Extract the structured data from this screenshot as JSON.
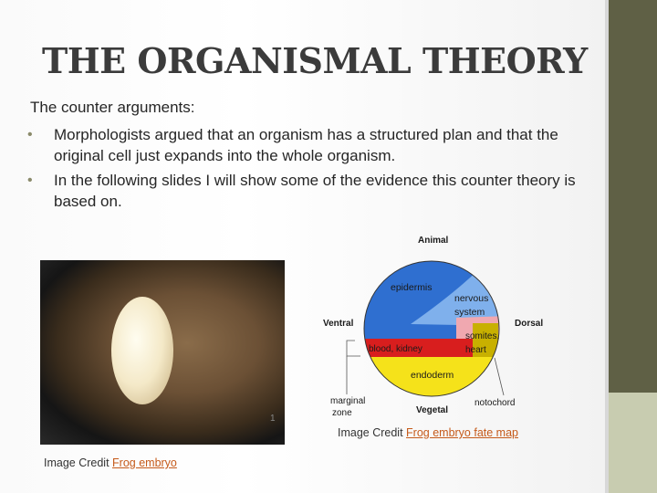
{
  "slide": {
    "title": "THE ORGANISMAL THEORY",
    "intro": "The counter arguments:",
    "bullets": [
      {
        "marker": "•",
        "text": "Morphologists argued that an organism has a structured plan and that the original cell just expands into the whole organism."
      },
      {
        "marker": "•",
        "text": "In the following slides I will show some of the evidence this counter theory is based on."
      }
    ]
  },
  "photo": {
    "tick_mark": "1"
  },
  "credits": {
    "left": {
      "prefix": "Image Credit ",
      "link": "Frog embryo"
    },
    "right": {
      "prefix": "Image Credit ",
      "link": "Frog embryo fate map"
    }
  },
  "fate_map": {
    "labels": {
      "animal": "Animal",
      "epidermis": "epidermis",
      "nervous_1": "nervous",
      "nervous_2": "system",
      "ventral": "Ventral",
      "dorsal": "Dorsal",
      "somites_1": "somites,",
      "somites_2": "heart",
      "blood": "blood, kidney",
      "endoderm": "endoderm",
      "marginal_1": "marginal",
      "marginal_2": "zone",
      "vegetal": "Vegetal",
      "notochord": "notochord"
    },
    "colors": {
      "epidermis": "#2f6fd0",
      "nervous": "#7fb0ec",
      "somites": "#f0a8b0",
      "blood": "#d81e1e",
      "endoderm": "#f5e21a",
      "notochord": "#c8b000"
    }
  }
}
